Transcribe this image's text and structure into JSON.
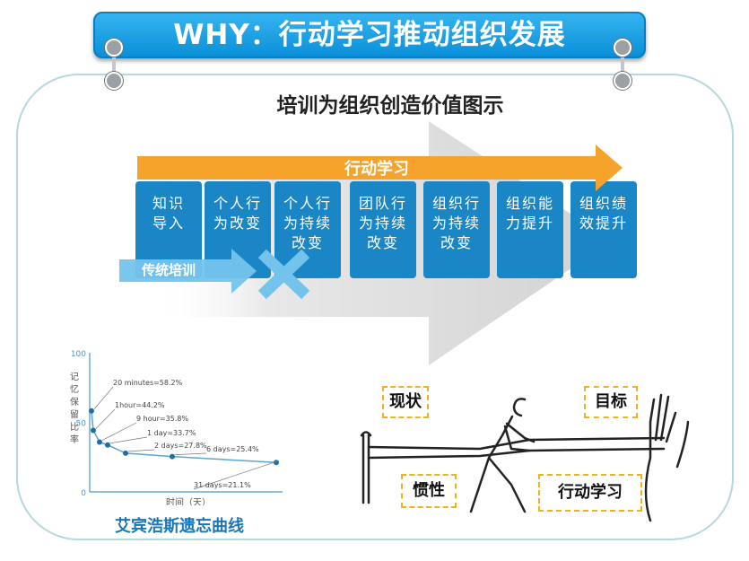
{
  "title": "WHY：行动学习推动组织发展",
  "subtitle": "培训为组织创造价值图示",
  "orange_arrow_label": "行动学习",
  "traditional_label": "传统培训",
  "stages": [
    {
      "lines": [
        "知识",
        "导入"
      ]
    },
    {
      "lines": [
        "个人行",
        "为改变"
      ]
    },
    {
      "lines": [
        "个人行",
        "为持续",
        "改变"
      ]
    },
    {
      "lines": [
        "团队行",
        "为持续",
        "改变"
      ]
    },
    {
      "lines": [
        "组织行",
        "为持续",
        "改变"
      ]
    },
    {
      "lines": [
        "组织能",
        "力提升"
      ]
    },
    {
      "lines": [
        "组织绩",
        "效提升"
      ]
    }
  ],
  "colors": {
    "banner": "#1a9ee6",
    "stage": "#1b86c6",
    "orange": "#f5a32a",
    "light_arrow": "#74c3ec",
    "tag_border": "#f2b21b"
  },
  "chart_data": {
    "type": "line",
    "ylabel": "记忆保留比率",
    "xlabel": "时间（天）",
    "caption": "艾宾浩斯遗忘曲线",
    "y_ticks": [
      "100",
      "50",
      "0"
    ],
    "ylim": [
      0,
      100
    ],
    "points": [
      {
        "label": "20 minutes=58.2%",
        "y": 58.2
      },
      {
        "label": "1hour=44.2%",
        "y": 44.2
      },
      {
        "label": "9 hour=35.8%",
        "y": 35.8
      },
      {
        "label": "1 day=33.7%",
        "y": 33.7
      },
      {
        "label": "2 days=27.8%",
        "y": 27.8
      },
      {
        "label": "6 days=25.4%",
        "y": 25.4
      },
      {
        "label": "31 days=21.1%",
        "y": 21.1
      }
    ]
  },
  "illustration": {
    "tags": {
      "current": "现状",
      "goal": "目标",
      "inertia": "惯性",
      "action": "行动学习"
    }
  }
}
